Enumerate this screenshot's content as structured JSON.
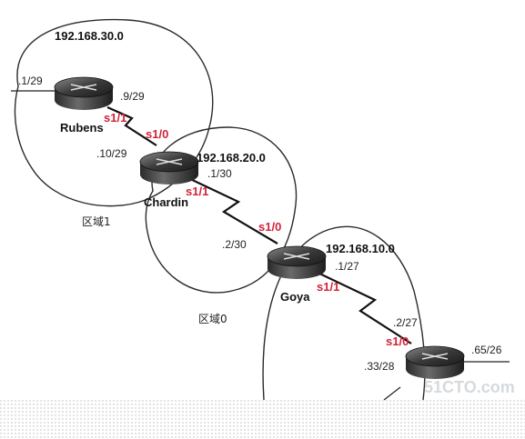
{
  "networks": {
    "n30": "192.168.30.0",
    "n20": "192.168.20.0",
    "n10": "192.168.10.0"
  },
  "routers": {
    "rubens": "Rubens",
    "chardin": "Chardin",
    "goya": "Goya"
  },
  "addresses": {
    "rubens_lan": ".1/29",
    "rubens_s11": ".9/29",
    "chardin_s10": ".10/29",
    "chardin_s11": ".1/30",
    "goya_s10": ".2/30",
    "goya_s11": ".1/27",
    "r4_s10": ".2/27",
    "r4_lan2": ".33/28",
    "r4_lan1": ".65/26"
  },
  "interfaces": {
    "rubens_s11": "s1/1",
    "chardin_s10": "s1/0",
    "chardin_s11": "s1/1",
    "goya_s10": "s1/0",
    "goya_s11": "s1/1",
    "r4_s10": "s1/0"
  },
  "areas": {
    "area1": "区域1",
    "area0": "区域0"
  },
  "watermark": "51CTO.com"
}
